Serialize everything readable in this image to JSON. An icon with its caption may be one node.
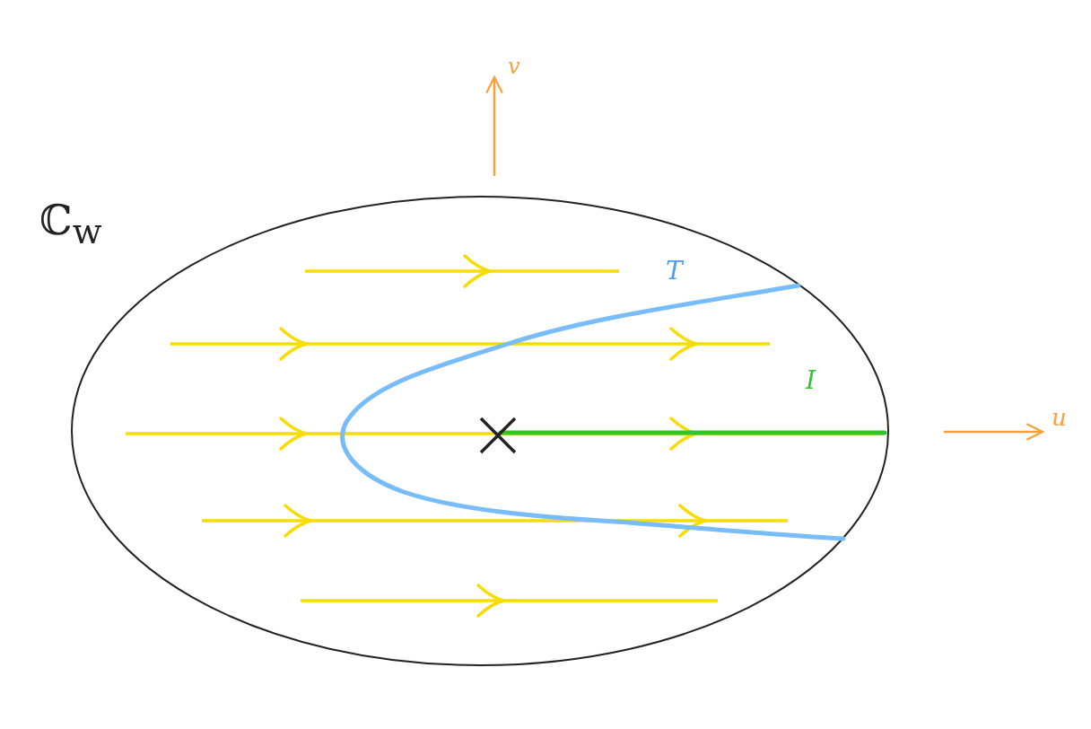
{
  "diagram": {
    "labels": [
      "v",
      "ℂ$_{w}$",
      "T",
      "I",
      "u"
    ]
  }
}
